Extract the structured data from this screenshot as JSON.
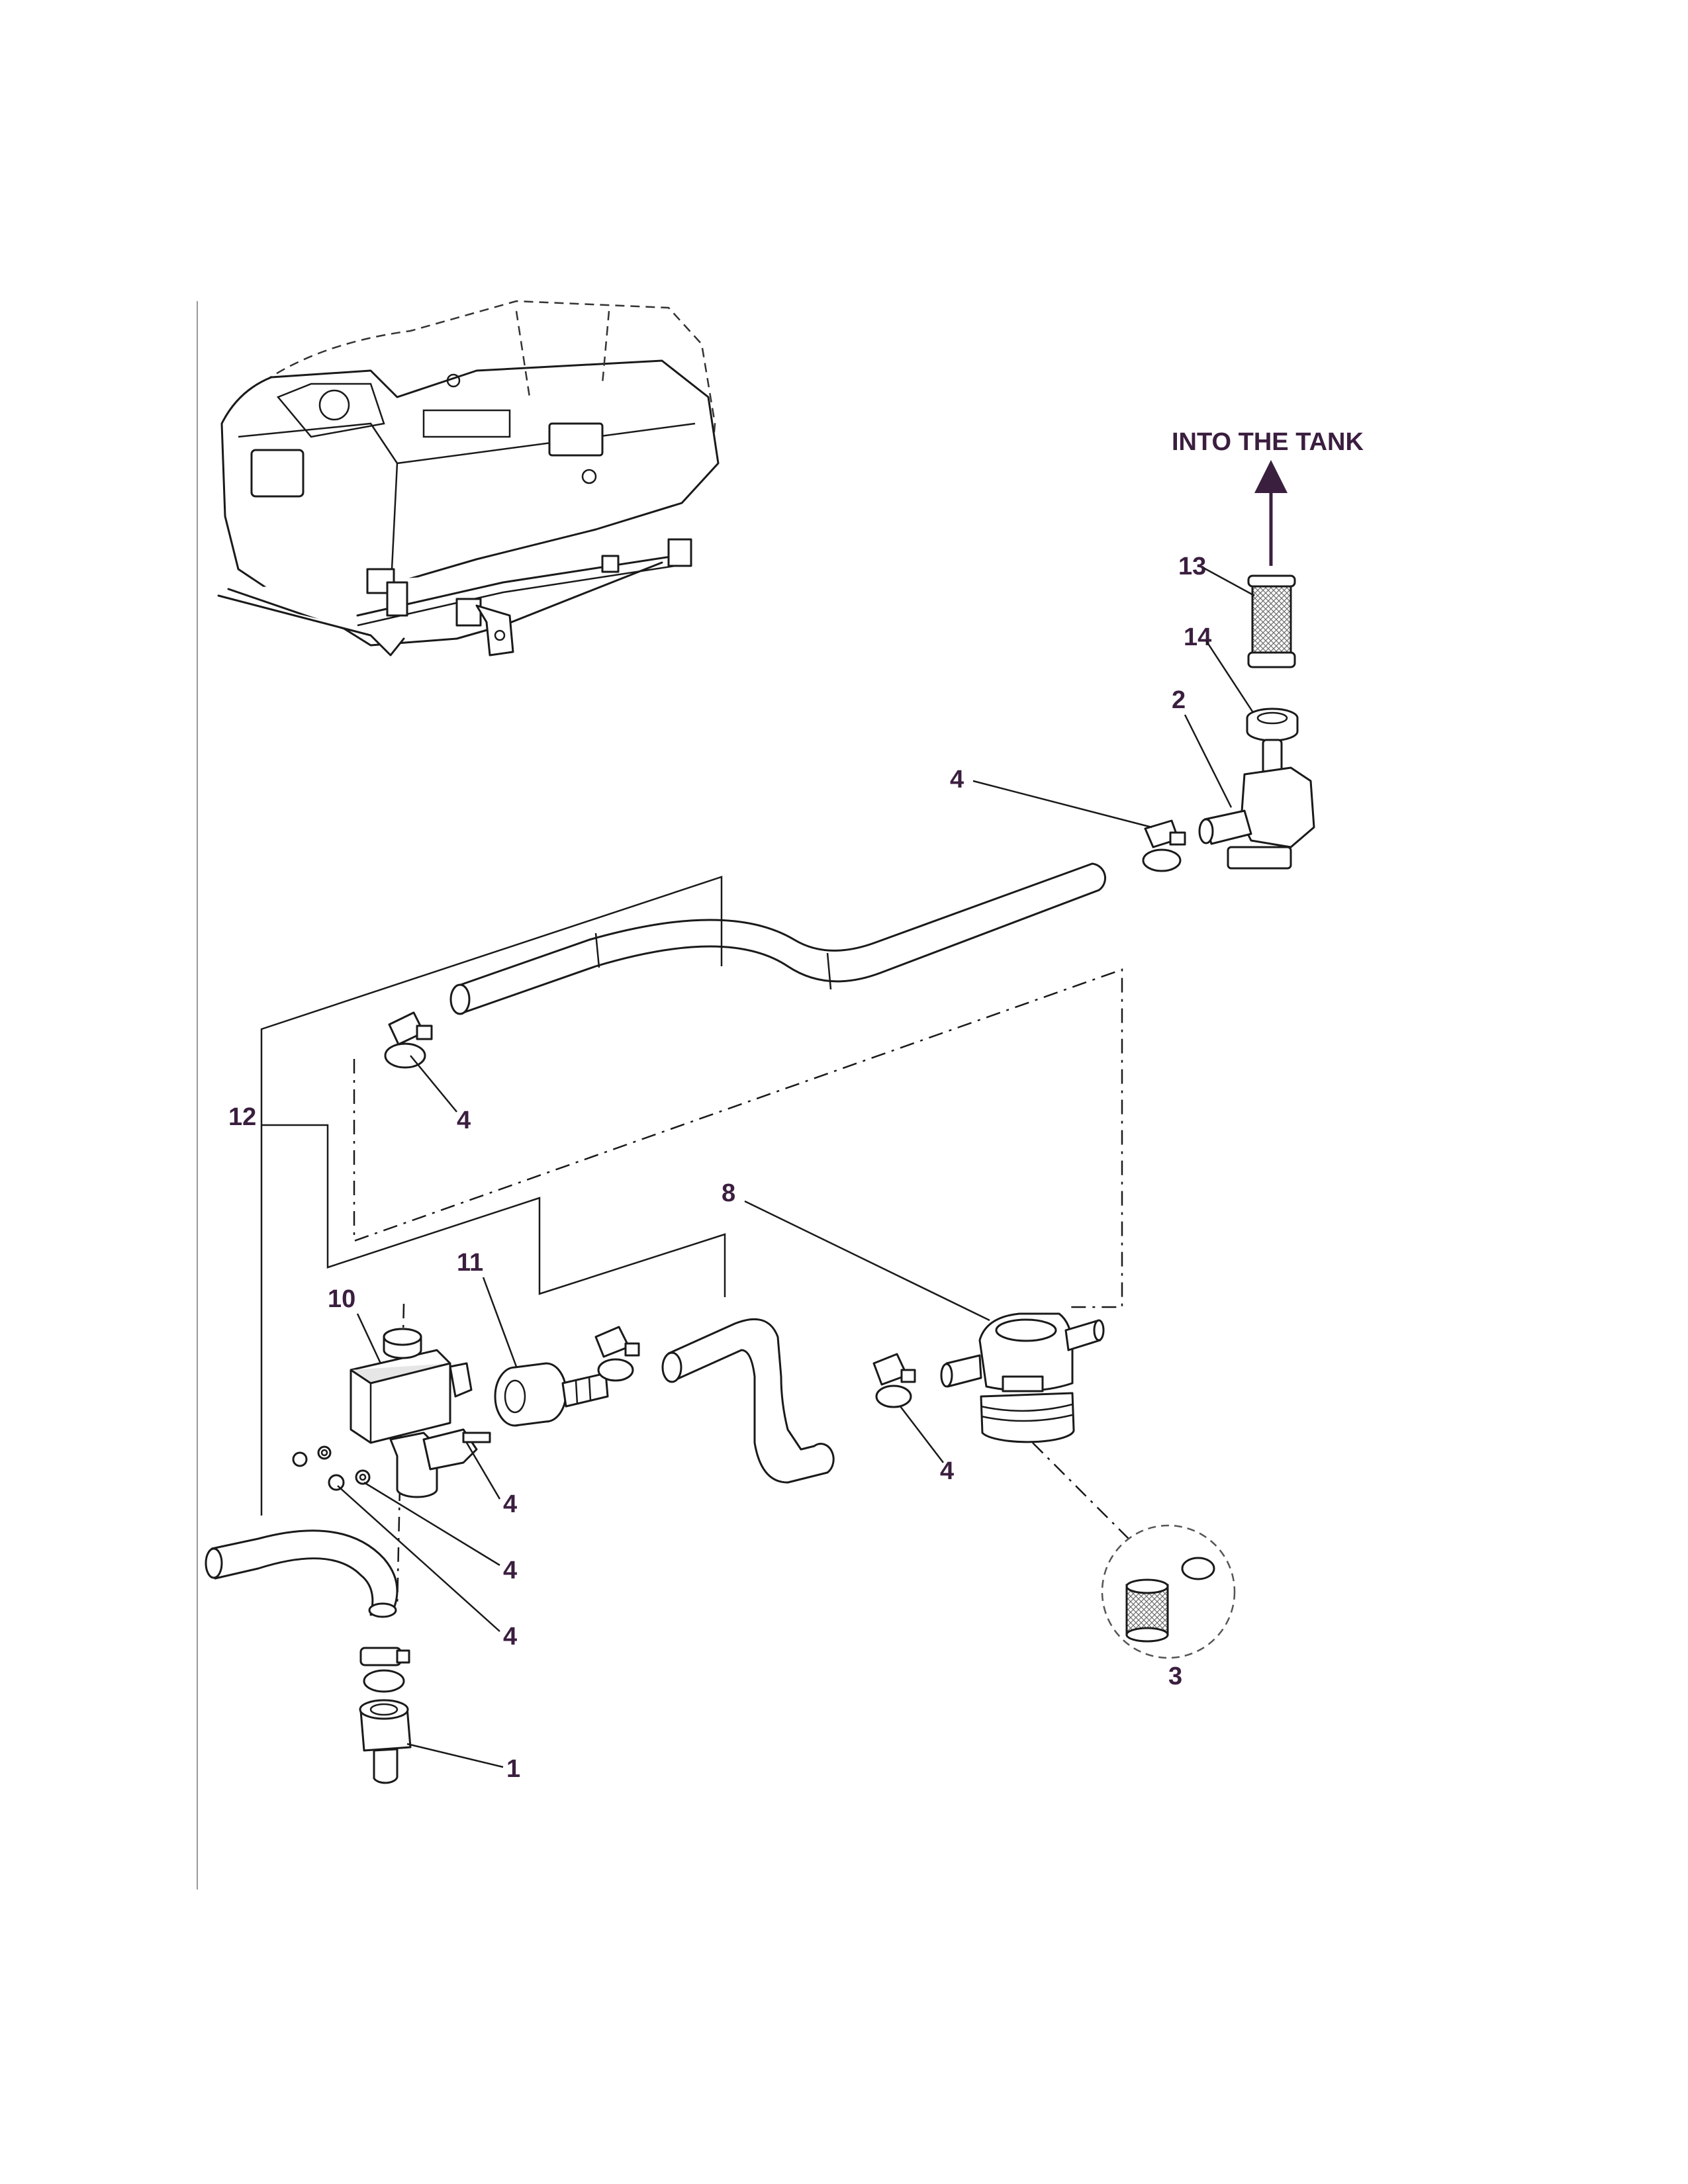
{
  "diagram": {
    "flow_label": "INTO THE TANK",
    "callouts": {
      "c1": "1",
      "c2": "2",
      "c3": "3",
      "c4a": "4",
      "c4b": "4",
      "c4c": "4",
      "c4d": "4",
      "c4e": "4",
      "c4f": "4",
      "c8": "8",
      "c10": "10",
      "c11": "11",
      "c12": "12",
      "c13": "13",
      "c14": "14"
    }
  }
}
